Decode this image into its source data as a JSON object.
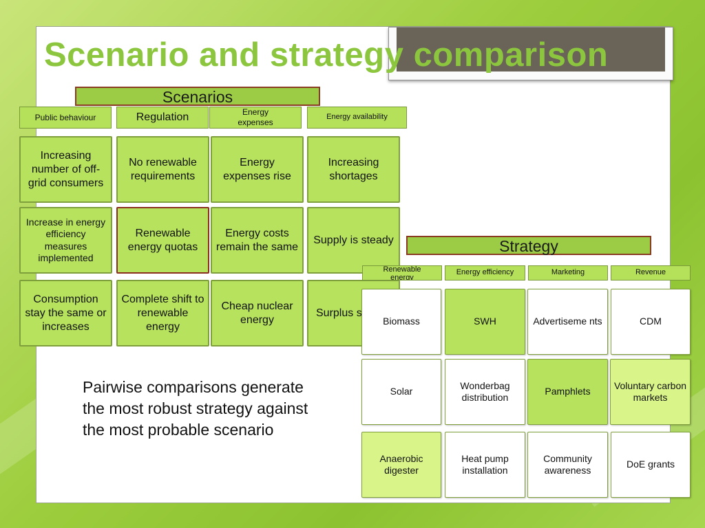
{
  "title": "Scenario and strategy comparison",
  "scenarios": {
    "heading": "Scenarios",
    "columns": [
      "Public behaviour",
      "Regulation",
      "Energy expenses",
      "Energy availability"
    ],
    "rows": [
      [
        "Increasing number of off-grid consumers",
        "No renewable requirements",
        "Energy expenses rise",
        "Increasing shortages"
      ],
      [
        "Increase in energy efficiency measures implemented",
        "Renewable energy quotas",
        "Energy costs remain the same",
        "Supply is steady"
      ],
      [
        "Consumption stay the same or increases",
        "Complete shift to renewable energy",
        "Cheap nuclear energy",
        "Surplus s"
      ]
    ]
  },
  "strategy": {
    "heading": "Strategy",
    "columns": [
      "Renewable energy",
      "Energy efficiency",
      "Marketing",
      "Revenue"
    ],
    "rows": [
      [
        "Biomass",
        "SWH",
        "Advertiseme nts",
        "CDM"
      ],
      [
        "Solar",
        "Wonderbag distribution",
        "Pamphlets",
        "Voluntary carbon markets"
      ],
      [
        "Anaerobic digester",
        "Heat pump installation",
        "Community awareness",
        "DoE grants"
      ]
    ]
  },
  "body_text": "Pairwise comparisons generate the most robust strategy against the most probable scenario"
}
